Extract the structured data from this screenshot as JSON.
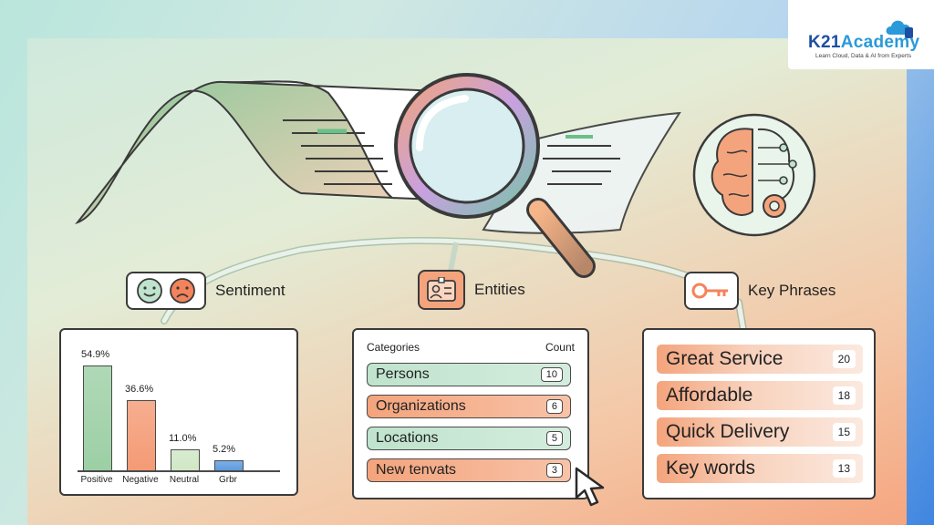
{
  "brand": {
    "name_a": "K21",
    "name_b": "Academy",
    "tagline": "Learn Cloud, Data & AI from Experts"
  },
  "sections": {
    "sentiment": "Sentiment",
    "entities": "Entities",
    "key_phrases": "Key Phrases"
  },
  "chart_data": {
    "type": "bar",
    "categories": [
      "Positive",
      "Negative",
      "Neutral",
      "Grbr"
    ],
    "values": [
      54.9,
      36.6,
      11.0,
      5.2
    ],
    "value_labels": [
      "54.9%",
      "36.6%",
      "11.0%",
      "5.2%"
    ],
    "ylim": [
      0,
      60
    ],
    "grid": false,
    "colors": [
      "#9ccfa4",
      "#f49a74",
      "#cfe7c4",
      "#5b9ae0"
    ]
  },
  "entities": {
    "header_left": "Categories",
    "header_right": "Count",
    "rows": [
      {
        "label": "Persons",
        "count": "10",
        "color": "#bfe3cd"
      },
      {
        "label": "Organizations",
        "count": "6",
        "color": "#f4a47c"
      },
      {
        "label": "Locations",
        "count": "5",
        "color": "#bfe3cd"
      },
      {
        "label": "New tenvats",
        "count": "3",
        "color": "#f4a47c"
      }
    ]
  },
  "key_phrases": {
    "rows": [
      {
        "label": "Great Service",
        "count": "20"
      },
      {
        "label": "Affordable",
        "count": "18"
      },
      {
        "label": "Quick Delivery",
        "count": "15"
      },
      {
        "label": "Key words",
        "count": "13"
      }
    ]
  }
}
